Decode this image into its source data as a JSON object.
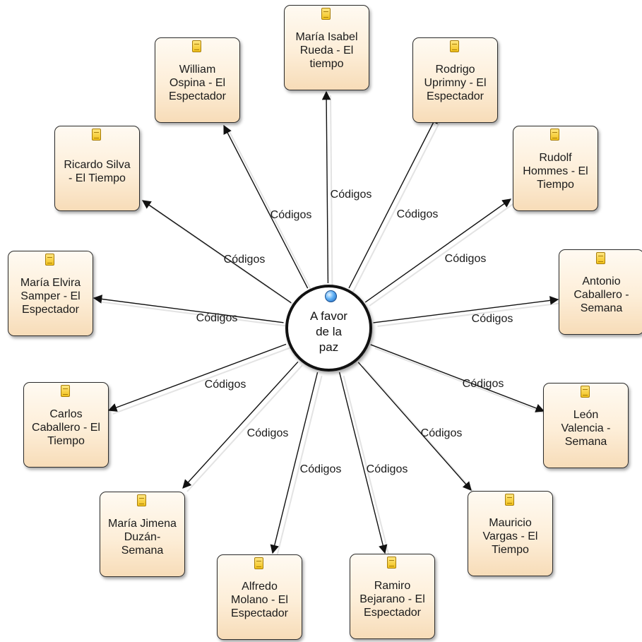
{
  "center": {
    "label": "A favor de la paz"
  },
  "link_label": "Códigos",
  "nodes": [
    {
      "id": "maria-isabel-rueda",
      "label": "María Isabel Rueda - El tiempo"
    },
    {
      "id": "rodrigo-uprimny",
      "label": "Rodrigo Uprimny - El Espectador"
    },
    {
      "id": "rudolf-hommes",
      "label": "Rudolf Hommes - El Tiempo"
    },
    {
      "id": "antonio-caballero",
      "label": "Antonio Caballero - Semana"
    },
    {
      "id": "leon-valencia",
      "label": "León Valencia - Semana"
    },
    {
      "id": "mauricio-vargas",
      "label": "Mauricio Vargas - El Tiempo"
    },
    {
      "id": "ramiro-bejarano",
      "label": "Ramiro Bejarano - El Espectador"
    },
    {
      "id": "alfredo-molano",
      "label": "Alfredo Molano - El Espectador"
    },
    {
      "id": "maria-jimena-duzan",
      "label": "María Jimena Duzán-Semana"
    },
    {
      "id": "carlos-caballero",
      "label": "Carlos Caballero - El Tiempo"
    },
    {
      "id": "maria-elvira-samper",
      "label": "María Elvira Samper - El Espectador"
    },
    {
      "id": "ricardo-silva",
      "label": "Ricardo Silva - El Tiempo"
    },
    {
      "id": "william-ospina",
      "label": "William Ospina - El Espectador"
    }
  ],
  "icons": {
    "node": "document-icon",
    "center": "blue-dot-icon"
  }
}
